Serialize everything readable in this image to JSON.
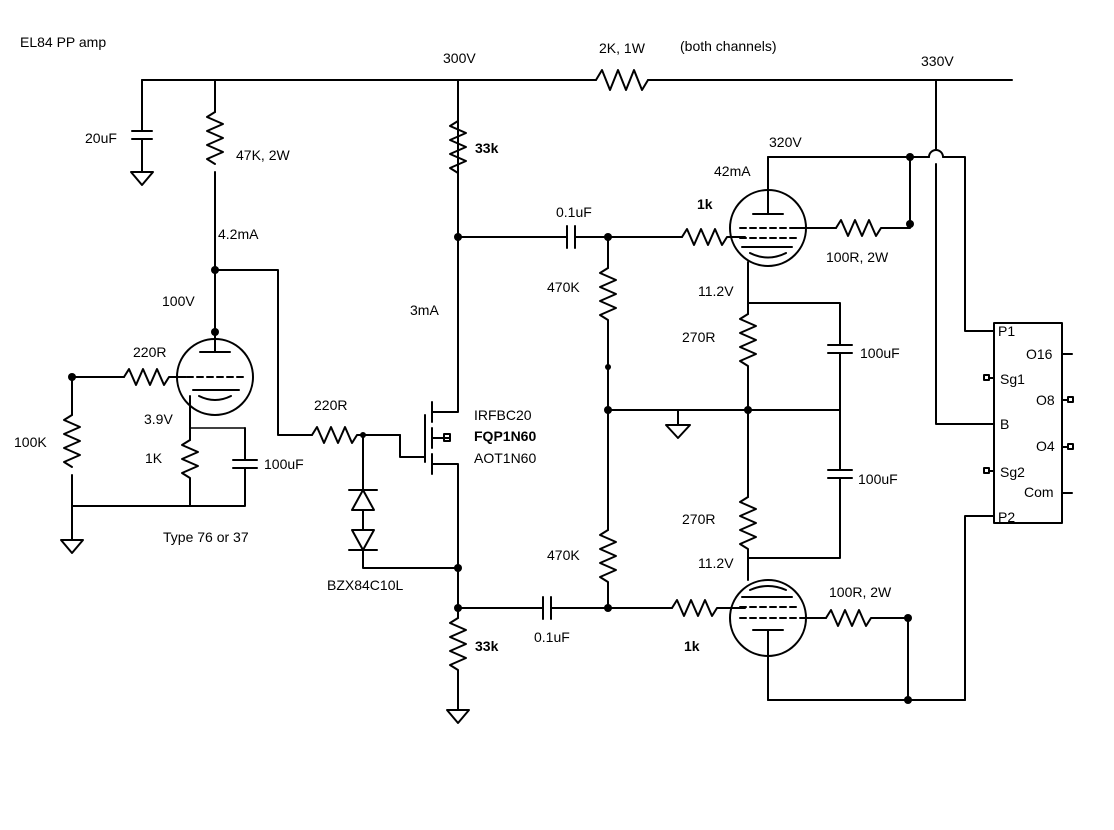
{
  "title": "EL84 PP amp",
  "labels": {
    "v300": "300V",
    "r2k": "2K, 1W",
    "both": "(both channels)",
    "v330": "330V",
    "c20u": "20uF",
    "r47k": "47K, 2W",
    "i42": "4.2mA",
    "v100": "100V",
    "r220a": "220R",
    "r100k": "100K",
    "v39": "3.9V",
    "r1k": "1K",
    "c100ua": "100uF",
    "typ": "Type 76 or 37",
    "r33ka": "33k",
    "i3": "3mA",
    "r220b": "220R",
    "mos1": "IRFBC20",
    "mos2": "FQP1N60",
    "mos3": "AOT1N60",
    "zen": "BZX84C10L",
    "r33kb": "33k",
    "c01a": "0.1uF",
    "c01b": "0.1uF",
    "r470a": "470K",
    "r470b": "470K",
    "r1ka": "1k",
    "r1kb": "1k",
    "i42ma": "42mA",
    "v320": "320V",
    "r100a": "100R, 2W",
    "r100b": "100R, 2W",
    "v112a": "11.2V",
    "v112b": "11.2V",
    "r270a": "270R",
    "r270b": "270R",
    "c100ub": "100uF",
    "c100uc": "100uF"
  },
  "transformer": {
    "p1": "P1",
    "sg1": "Sg1",
    "b": "B",
    "sg2": "Sg2",
    "p2": "P2",
    "o16": "O16",
    "o8": "O8",
    "o4": "O4",
    "com": "Com"
  }
}
